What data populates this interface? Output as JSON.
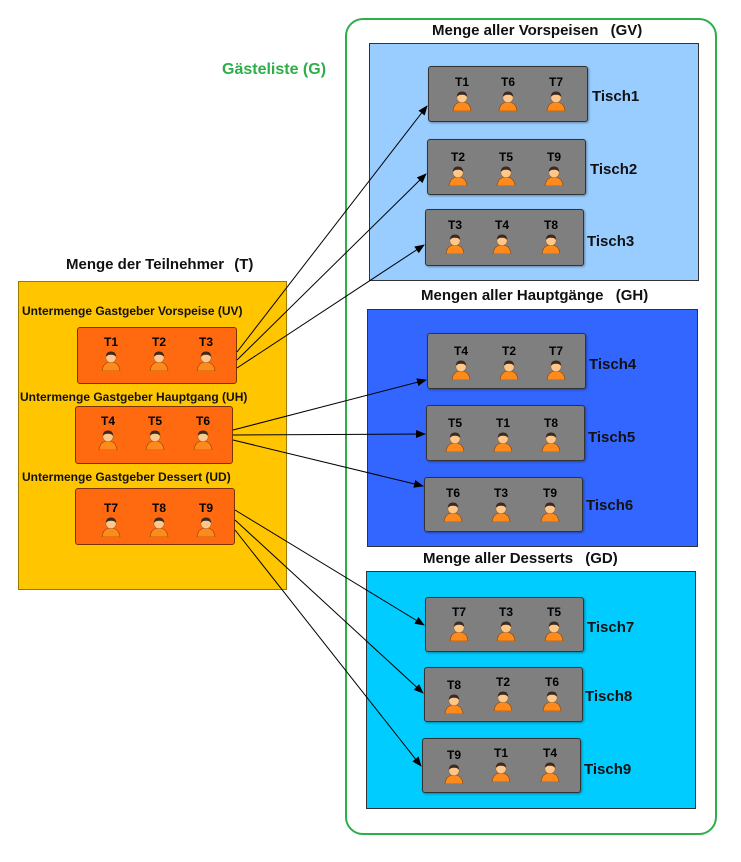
{
  "guest_list_label": "Gästeliste (G)",
  "participants": {
    "title": "Menge der Teilnehmer",
    "abbr": "(T)"
  },
  "host_groups": [
    {
      "label": "Untermenge Gastgeber Vorspeise (UV)",
      "members": [
        "T1",
        "T2",
        "T3"
      ]
    },
    {
      "label": "Untermenge Gastgeber Hauptgang (UH)",
      "members": [
        "T4",
        "T5",
        "T6"
      ]
    },
    {
      "label": "Untermenge Gastgeber Dessert (UD)",
      "members": [
        "T7",
        "T8",
        "T9"
      ]
    }
  ],
  "courses": [
    {
      "title": "Menge aller Vorspeisen",
      "abbr": "(GV)",
      "color": "#99ccff"
    },
    {
      "title": "Mengen aller Hauptgänge",
      "abbr": "(GH)",
      "color": "#3366ff"
    },
    {
      "title": "Menge aller Desserts",
      "abbr": "(GD)",
      "color": "#00ccff"
    }
  ],
  "tables": [
    {
      "name": "Tisch1",
      "members": [
        "T1",
        "T6",
        "T7"
      ]
    },
    {
      "name": "Tisch2",
      "members": [
        "T2",
        "T5",
        "T9"
      ]
    },
    {
      "name": "Tisch3",
      "members": [
        "T3",
        "T4",
        "T8"
      ]
    },
    {
      "name": "Tisch4",
      "members": [
        "T4",
        "T2",
        "T7"
      ]
    },
    {
      "name": "Tisch5",
      "members": [
        "T5",
        "T1",
        "T8"
      ]
    },
    {
      "name": "Tisch6",
      "members": [
        "T6",
        "T3",
        "T9"
      ]
    },
    {
      "name": "Tisch7",
      "members": [
        "T7",
        "T3",
        "T5"
      ]
    },
    {
      "name": "Tisch8",
      "members": [
        "T8",
        "T2",
        "T6"
      ]
    },
    {
      "name": "Tisch9",
      "members": [
        "T9",
        "T1",
        "T4"
      ]
    }
  ],
  "colors": {
    "frame": "#2eae4a",
    "participants_fill": "#ffc600",
    "host_fill": "#ff6a10",
    "table_fill": "#7f7f7f",
    "person_skin": "#ffc88a",
    "person_shirt": "#ff8a1c",
    "person_hair": "#3a2a20"
  },
  "icons": {
    "person": "person-icon",
    "arrow": "arrowhead"
  }
}
